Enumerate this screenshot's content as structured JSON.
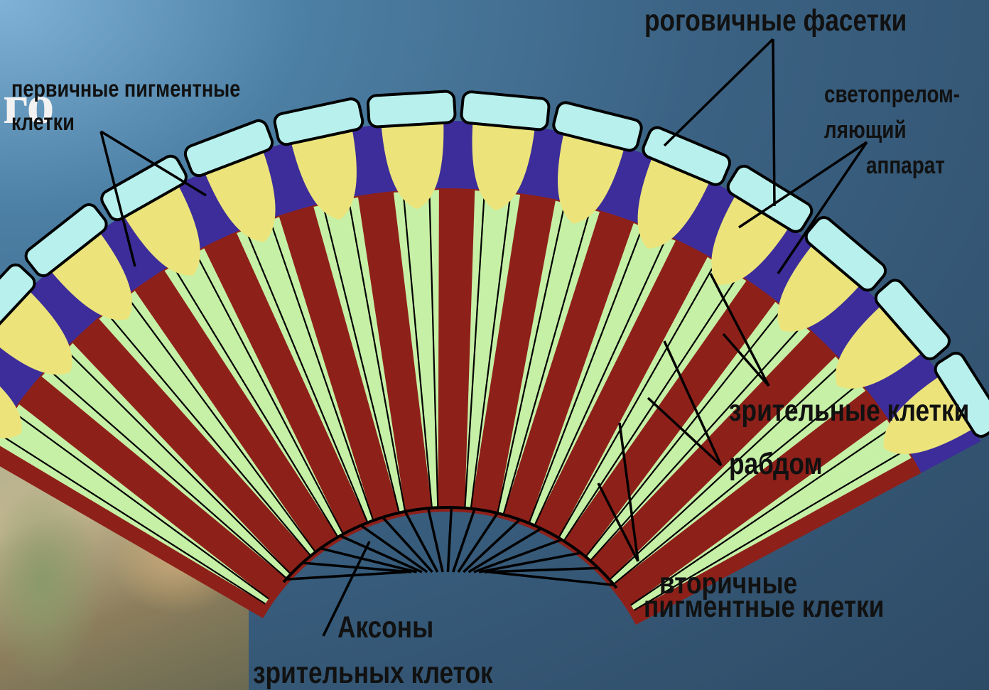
{
  "ghost_title": "го",
  "labels": {
    "corneal_facets": "роговичные фасетки",
    "primary_pigment_1": "первичные пигментные",
    "primary_pigment_2": "клетки",
    "light_refracting_1": "светопрелом-",
    "light_refracting_2": "ляющий",
    "light_refracting_3": "аппарат",
    "visual_cells": "зрительные клетки",
    "rhabdom": "рабдом",
    "secondary_pigment_1": "вторичные",
    "secondary_pigment_2": "пигментные клетки",
    "axons_1": "Аксоны",
    "axons_2": "зрительных клеток"
  },
  "colors": {
    "facet_fill": "#b8f0ee",
    "cone_fill": "#ece47a",
    "primary_pigment": "#3c2d9a",
    "secondary_pigment": "#8e201a",
    "visual_cell": "#c6f0a6",
    "outline": "#000000"
  },
  "photo": {
    "icon": "insect-eye-macro-photo"
  }
}
